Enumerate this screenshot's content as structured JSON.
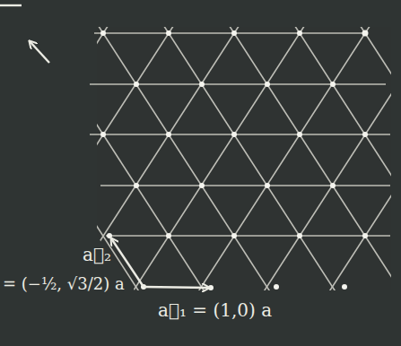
{
  "diagram": {
    "labels": [
      "a⃗₂",
      "= (−½, √3/2) a",
      "a⃗₁ = (1,0) a"
    ]
  }
}
